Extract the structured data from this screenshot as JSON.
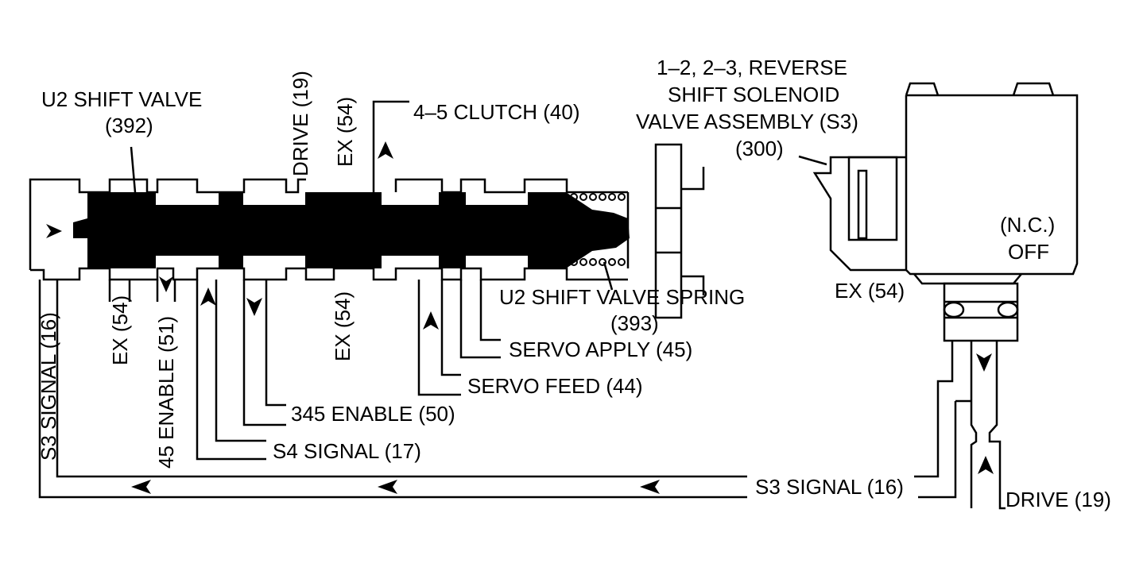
{
  "labels": {
    "u2_shift_valve": "U2 SHIFT VALVE",
    "u2_shift_valve_num": "(392)",
    "drive_top": "DRIVE (19)",
    "ex_top": "EX (54)",
    "clutch_45": "4–5 CLUTCH (40)",
    "solenoid_line1": "1–2, 2–3, REVERSE",
    "solenoid_line2": "SHIFT SOLENOID",
    "solenoid_line3": "VALVE ASSEMBLY (S3)",
    "solenoid_num": "(300)",
    "nc": "(N.C.)",
    "off": "OFF",
    "ex_solenoid": "EX (54)",
    "spring_line1": "U2 SHIFT VALVE SPRING",
    "spring_num": "(393)",
    "servo_apply": "SERVO APPLY (45)",
    "servo_feed": "SERVO FEED (44)",
    "enable_345": "345 ENABLE (50)",
    "s4_signal": "S4 SIGNAL (17)",
    "s3_signal_left": "S3 SIGNAL (16)",
    "ex_left": "EX (54)",
    "enable_45": "45 ENABLE (51)",
    "ex_mid": "EX (54)",
    "s3_signal_right": "S3 SIGNAL (16)",
    "drive_right": "DRIVE (19)"
  }
}
